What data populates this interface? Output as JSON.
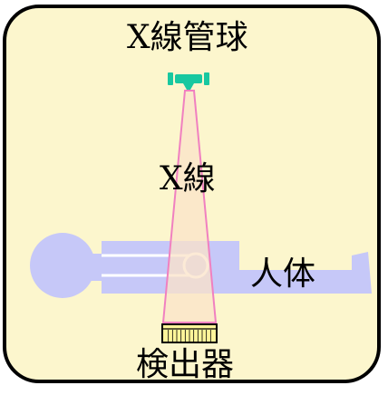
{
  "labels": {
    "xray_tube": "X線管球",
    "xray": "X線",
    "human_body": "人体",
    "detector": "検出器"
  },
  "colors": {
    "panel_background": "#fcf6cd",
    "panel_border": "#000000",
    "body_fill": "#c6c8f8",
    "beam_fill": "#fbe3c8",
    "beam_stroke": "#f080c0",
    "tube_color": "#18c8a0",
    "detector_fill": "#fff59a"
  }
}
